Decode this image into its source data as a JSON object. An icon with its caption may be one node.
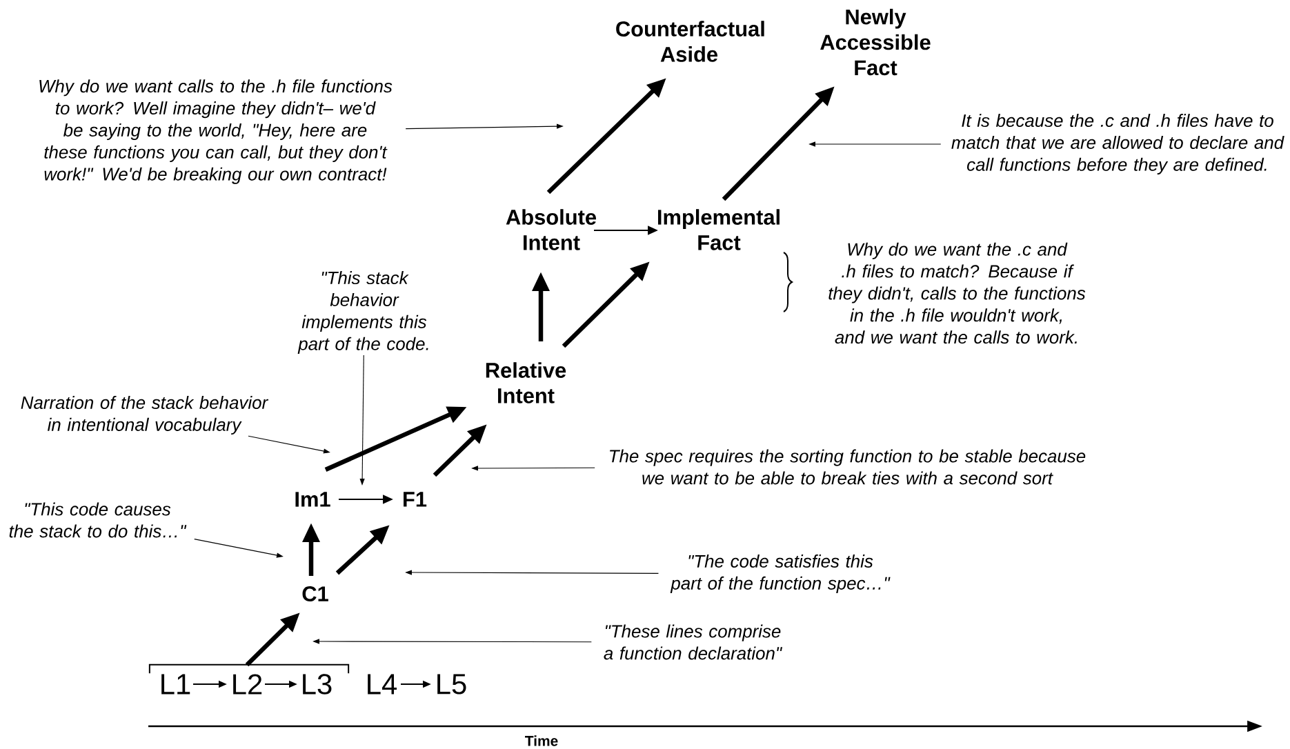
{
  "diagram": {
    "nodes": [
      {
        "text": [
          "Counterfactual Aside"
        ]
      },
      {
        "text": [
          "Newly Accessible Fact"
        ]
      },
      {
        "text": [
          "Why do we want calls to the .h file functions to work? Well imagine they didn't– we'd be saying to the world, \"Hey, here are these functions you can call, but they don't work!\" We'd be breaking our own contract!"
        ]
      },
      {
        "text": [
          "It is because the .c and .h files have to match that we are allowed to declare and call functions before they are defined."
        ]
      },
      {
        "text": [
          "Absolute Intent"
        ]
      },
      {
        "text": [
          "Implemental Fact"
        ]
      },
      {
        "text": [
          "\"This stack behavior implements this part of the code."
        ]
      },
      {
        "text": [
          "Relative Intent"
        ]
      },
      {
        "text": [
          "Narration of the stack behavior in intentional vocabulary"
        ]
      },
      {
        "text": [
          "Im1"
        ]
      },
      {
        "text": [
          "F1"
        ]
      },
      {
        "text": [
          "The spec requires the sorting function to be stable because we want to be able to break ties with a second sort"
        ]
      },
      {
        "text": [
          "\"This code causes the stack to do this…\""
        ]
      },
      {
        "text": [
          "\"The code satisfies this part of the function spec…\""
        ]
      },
      {
        "text": [
          "C1"
        ]
      },
      {
        "text": [
          "\"These lines comprise a function declaration\""
        ]
      },
      {
        "text": [],
        "shape": "bracket"
      },
      {
        "text": [
          "L1"
        ]
      },
      {
        "text": [
          "L2"
        ]
      },
      {
        "text": [
          "L3"
        ]
      },
      {
        "text": [
          "L4"
        ]
      },
      {
        "text": [
          "L5"
        ]
      }
    ],
    "edges": [
      {
        "from": 4,
        "to": 0,
        "arrow": "to",
        "style": "thick"
      },
      {
        "from": 5,
        "to": 1,
        "arrow": "to",
        "style": "thick"
      },
      {
        "from": 4,
        "to": 5,
        "arrow": "to"
      },
      {
        "from": 7,
        "to": 4,
        "arrow": "to",
        "style": "thick"
      },
      {
        "from": 7,
        "to": 5,
        "arrow": "to",
        "style": "thick"
      },
      {
        "from": 9,
        "to": 7,
        "arrow": "to",
        "style": "thick"
      },
      {
        "from": 10,
        "to": 7,
        "arrow": "to",
        "style": "thick"
      },
      {
        "from": 9,
        "to": 10,
        "arrow": "to"
      },
      {
        "from": 14,
        "to": 9,
        "arrow": "to",
        "style": "thick"
      },
      {
        "from": 14,
        "to": 10,
        "arrow": "to",
        "style": "thick"
      },
      {
        "from": 16,
        "to": 14,
        "arrow": "to",
        "style": "thick"
      },
      {
        "from": 17,
        "to": 18,
        "arrow": "to"
      },
      {
        "from": 18,
        "to": 19,
        "arrow": "to"
      },
      {
        "from": 20,
        "to": 21,
        "arrow": "to"
      },
      {
        "from": 2,
        "to": null,
        "arrow": "to"
      },
      {
        "from": 3,
        "to": null,
        "arrow": "to"
      },
      {
        "from": 6,
        "to": null,
        "arrow": "to"
      },
      {
        "from": 8,
        "to": null,
        "arrow": "to"
      },
      {
        "from": 12,
        "to": null,
        "arrow": "to"
      },
      {
        "from": 11,
        "to": null,
        "arrow": "to"
      },
      {
        "from": 13,
        "to": null,
        "arrow": "to"
      },
      {
        "from": 15,
        "to": null,
        "arrow": "to"
      }
    ],
    "labels": [
      "Why do we want the .c and .h files to match? Because if they didn't, calls to the functions in the .h file wouldn't work, and we want the calls to work.",
      "Time"
    ]
  }
}
